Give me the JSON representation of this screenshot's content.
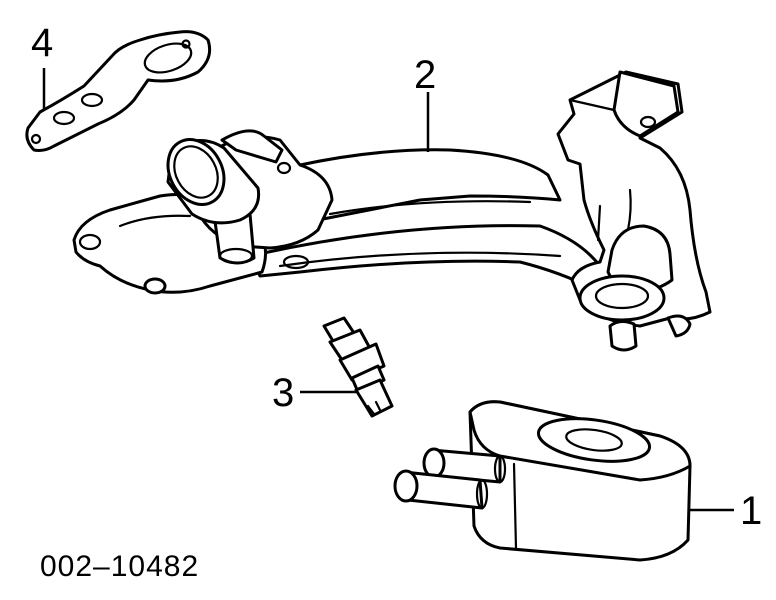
{
  "diagram": {
    "parts": [
      {
        "label": "1",
        "part": "oil cooler"
      },
      {
        "label": "2",
        "part": "oil cooler tube assembly"
      },
      {
        "label": "3",
        "part": "oil pressure sender"
      },
      {
        "label": "4",
        "part": "gasket"
      }
    ],
    "callouts": {
      "label_1": "1",
      "label_2": "2",
      "label_3": "3",
      "label_4": "4"
    },
    "reference_code": "002–10482",
    "colors": {
      "line": "#000000",
      "background": "#ffffff"
    }
  }
}
